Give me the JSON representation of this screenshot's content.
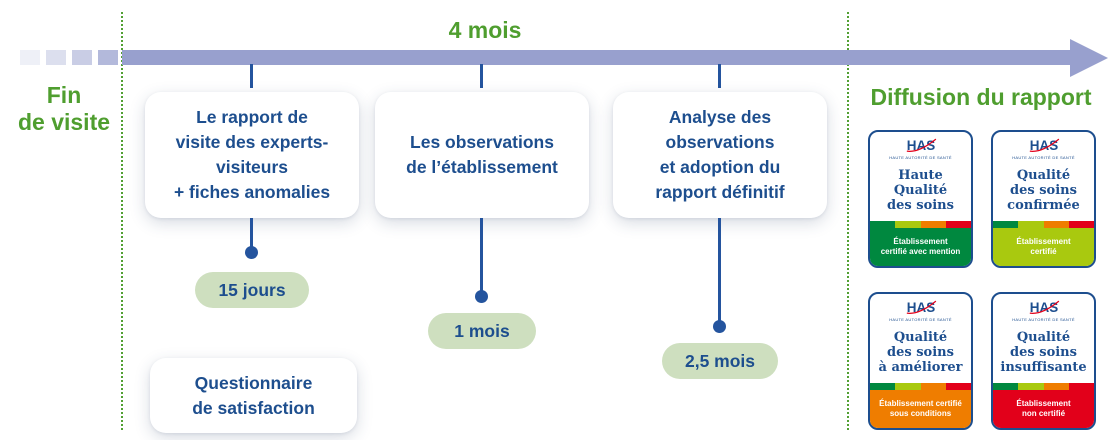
{
  "colors": {
    "green": "#4f9e2f",
    "navy_text": "#1d4e8e",
    "arrow_band": "#98a0ce",
    "connector_blue": "#24549e",
    "pill_background": "#cedfbf",
    "certification_scale": [
      "#00883f",
      "#a9c90f",
      "#ef7d00",
      "#e2001a"
    ]
  },
  "timeline": {
    "duration_label": "4 mois",
    "start_label": "Fin\nde visite",
    "end_title": "Diffusion du rapport"
  },
  "steps": [
    {
      "title": "Le rapport de\nvisite des experts-\nvisiteurs\n+ fiches anomalies",
      "delay": "15 jours"
    },
    {
      "title": "Les observations\nde l’établissement",
      "delay": "1 mois"
    },
    {
      "title": "Analyse des\nobservations\net adoption du\nrapport définitif",
      "delay": "2,5 mois"
    }
  ],
  "satisfaction_card": {
    "title": "Questionnaire\nde satisfaction"
  },
  "badges": [
    {
      "logo": "HAS",
      "logo_subtext": "HAUTE AUTORITÉ DE SANTÉ",
      "title": "Haute\nQualité\ndes soins",
      "footer": "Établissement\ncertifié avec mention",
      "footer_color": "#00883f"
    },
    {
      "logo": "HAS",
      "logo_subtext": "HAUTE AUTORITÉ DE SANTÉ",
      "title": "Qualité\ndes soins\nconfirmée",
      "footer": "Établissement\ncertifié",
      "footer_color": "#a9c90f"
    },
    {
      "logo": "HAS",
      "logo_subtext": "HAUTE AUTORITÉ DE SANTÉ",
      "title": "Qualité\ndes soins\nà améliorer",
      "footer": "Établissement certifié\nsous conditions",
      "footer_color": "#ef7d00"
    },
    {
      "logo": "HAS",
      "logo_subtext": "HAUTE AUTORITÉ DE SANTÉ",
      "title": "Qualité\ndes soins\ninsuffisante",
      "footer": "Établissement\nnon certifié",
      "footer_color": "#e2001a"
    }
  ]
}
